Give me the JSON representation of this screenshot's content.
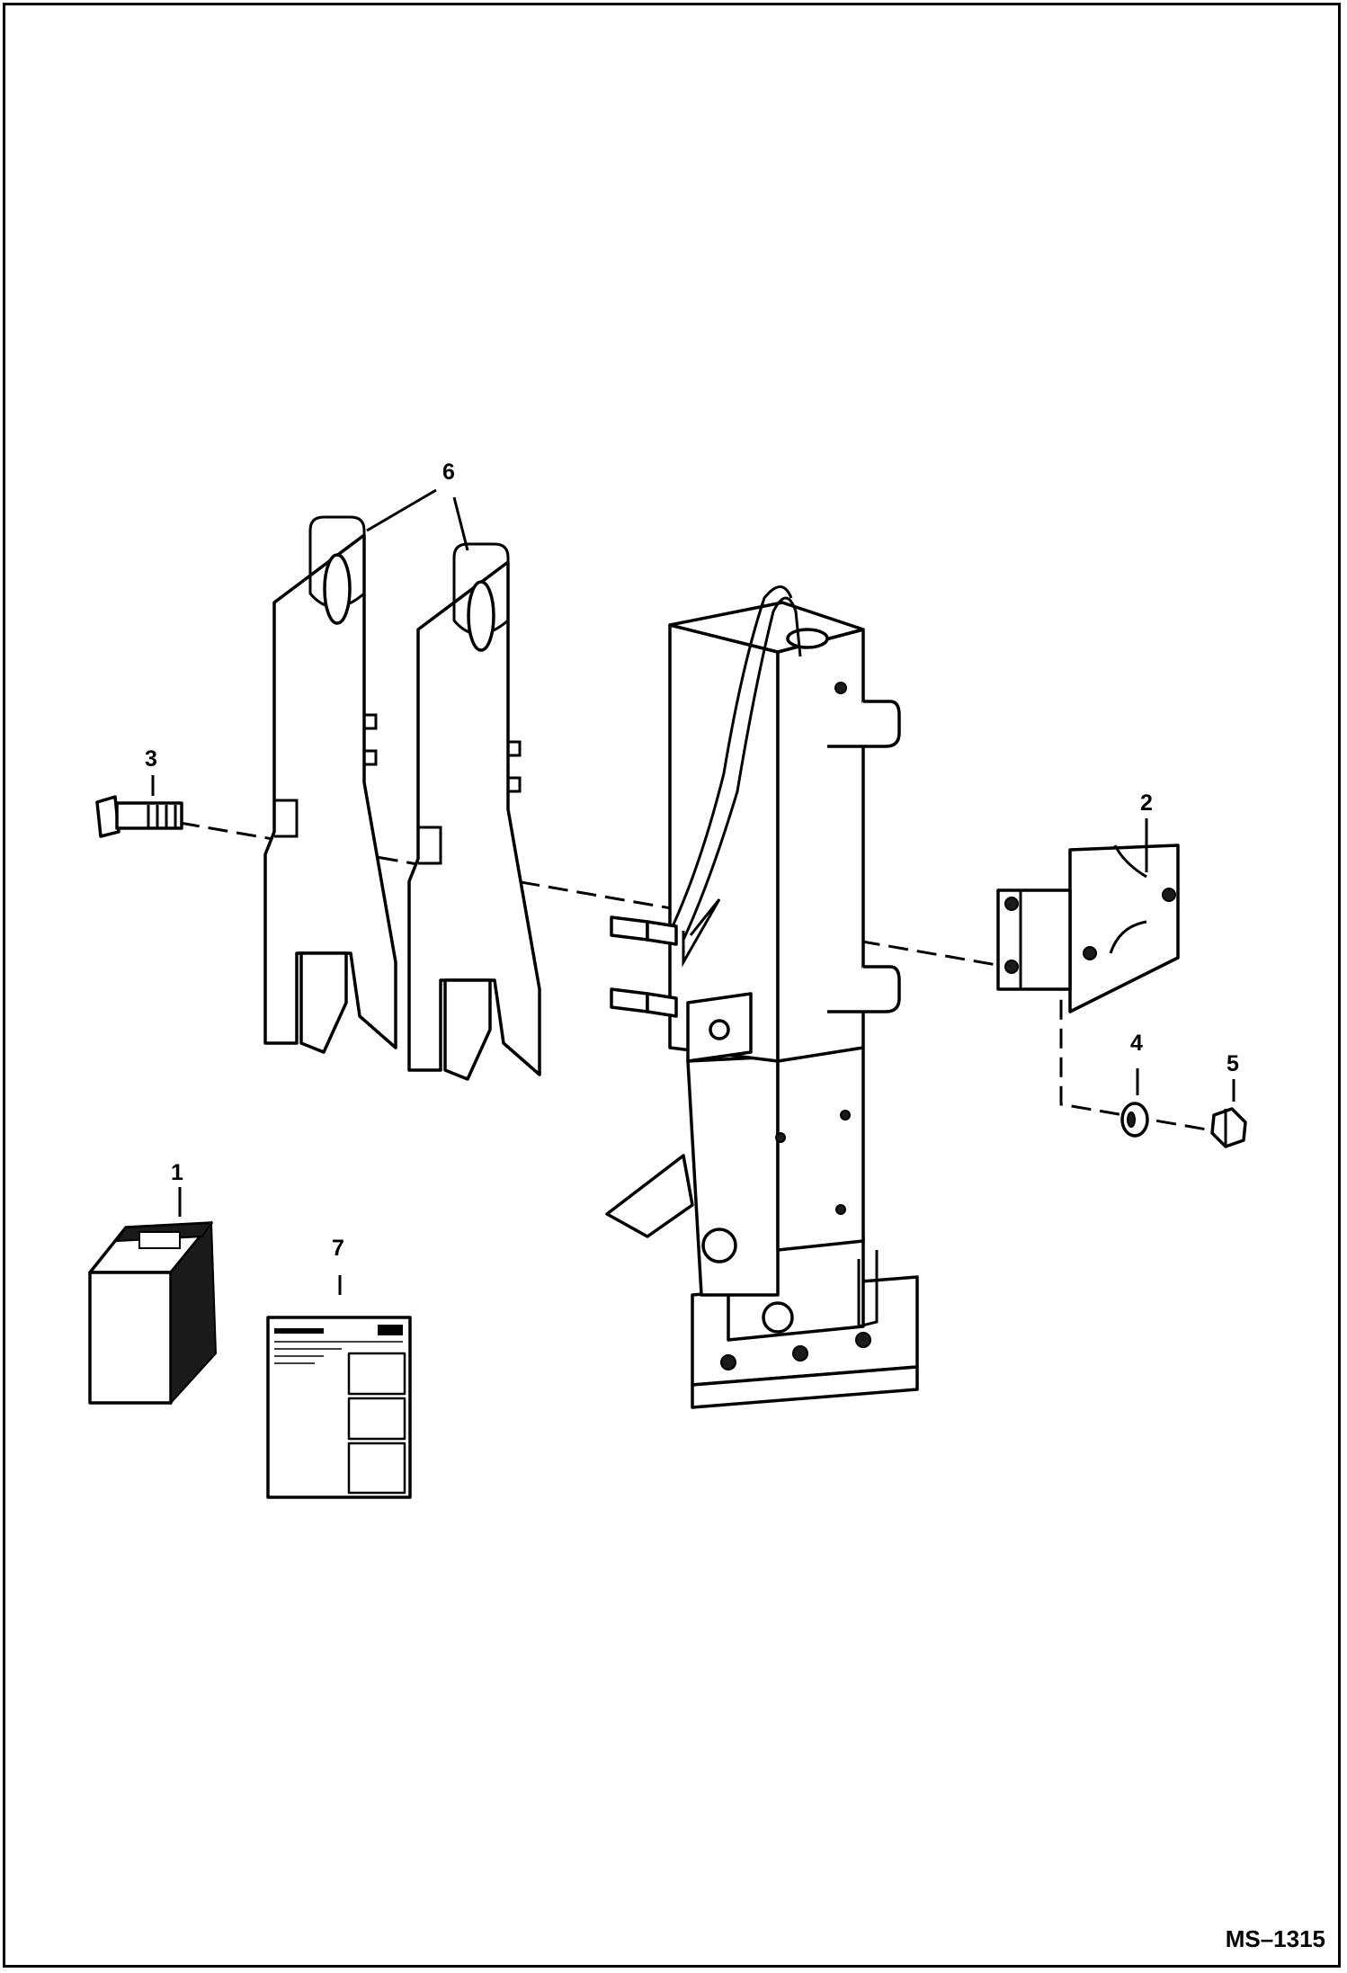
{
  "diagram": {
    "callouts": [
      {
        "id": "1",
        "label": "1"
      },
      {
        "id": "2",
        "label": "2"
      },
      {
        "id": "3",
        "label": "3"
      },
      {
        "id": "4",
        "label": "4"
      },
      {
        "id": "5",
        "label": "5"
      },
      {
        "id": "6",
        "label": "6"
      },
      {
        "id": "7",
        "label": "7"
      }
    ],
    "reference_code": "MS–1315"
  }
}
